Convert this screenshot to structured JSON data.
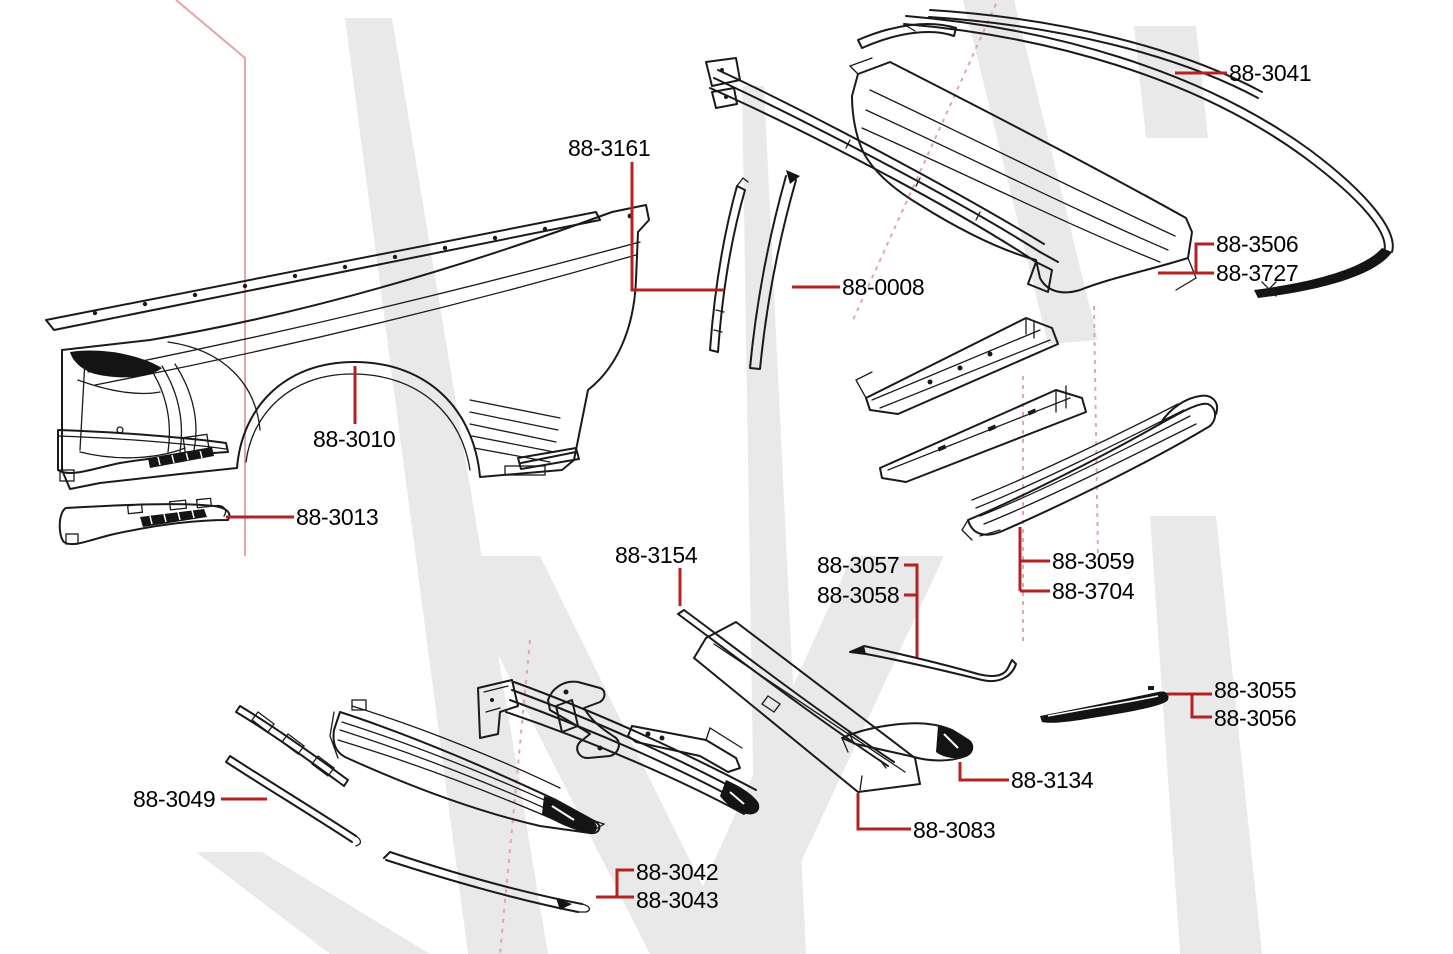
{
  "diagram": {
    "type": "auto-body-parts-diagram",
    "labels": [
      {
        "id": "88-3041",
        "text": "88-3041"
      },
      {
        "id": "88-3161",
        "text": "88-3161"
      },
      {
        "id": "88-0008",
        "text": "88-0008"
      },
      {
        "id": "88-3506",
        "text": "88-3506"
      },
      {
        "id": "88-3727",
        "text": "88-3727"
      },
      {
        "id": "88-3010",
        "text": "88-3010"
      },
      {
        "id": "88-3013",
        "text": "88-3013"
      },
      {
        "id": "88-3154",
        "text": "88-3154"
      },
      {
        "id": "88-3057",
        "text": "88-3057"
      },
      {
        "id": "88-3058",
        "text": "88-3058"
      },
      {
        "id": "88-3059",
        "text": "88-3059"
      },
      {
        "id": "88-3704",
        "text": "88-3704"
      },
      {
        "id": "88-3055",
        "text": "88-3055"
      },
      {
        "id": "88-3056",
        "text": "88-3056"
      },
      {
        "id": "88-3134",
        "text": "88-3134"
      },
      {
        "id": "88-3083",
        "text": "88-3083"
      },
      {
        "id": "88-3049",
        "text": "88-3049"
      },
      {
        "id": "88-3042",
        "text": "88-3042"
      },
      {
        "id": "88-3043",
        "text": "88-3043"
      }
    ],
    "colors": {
      "leader_line": "#b22222",
      "label_text": "#000000",
      "line_art": "#1a1a1a",
      "watermark_gray": "#e9e9e9",
      "watermark_pink": "#e2a6a6",
      "background": "#ffffff"
    }
  }
}
